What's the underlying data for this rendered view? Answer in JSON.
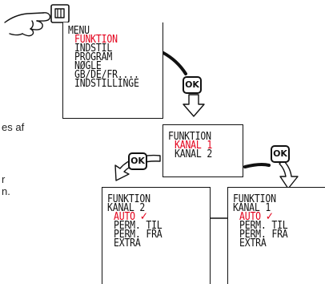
{
  "side_text": {
    "line1": "es af",
    "line2": "r",
    "line3": "n."
  },
  "ok_label": "OK",
  "colors": {
    "highlight": "#e3001b",
    "ink": "#111111"
  },
  "icons": {
    "hand": "hand-pressing-button-icon",
    "arrow": "hollow-arrow-icon",
    "check": "checkmark-icon"
  },
  "screens": {
    "menu": {
      "title": "MENU",
      "items": [
        "FUNKTION",
        "INDSTIL",
        "PROGRAM",
        "NØGLE",
        "GB/DE/FR....",
        "INDSTILLINGE"
      ],
      "highlighted_index": 0
    },
    "funktion": {
      "title": "FUNKTION",
      "items": [
        "KANAL 1",
        "KANAL 2"
      ],
      "highlighted_index": 0
    },
    "kanal2": {
      "title": "FUNKTION",
      "subtitle": "KANAL 2",
      "items": [
        "AUTO",
        "PERM. TIL",
        "PERM. FRA",
        "EXTRA"
      ],
      "highlighted_index": 0,
      "checkmark": "✓"
    },
    "kanal1": {
      "title": "FUNKTION",
      "subtitle": "KANAL 1",
      "items": [
        "AUTO",
        "PERM. TIL",
        "PERM. FRA",
        "EXTRA"
      ],
      "highlighted_index": 0,
      "checkmark": "✓"
    }
  }
}
